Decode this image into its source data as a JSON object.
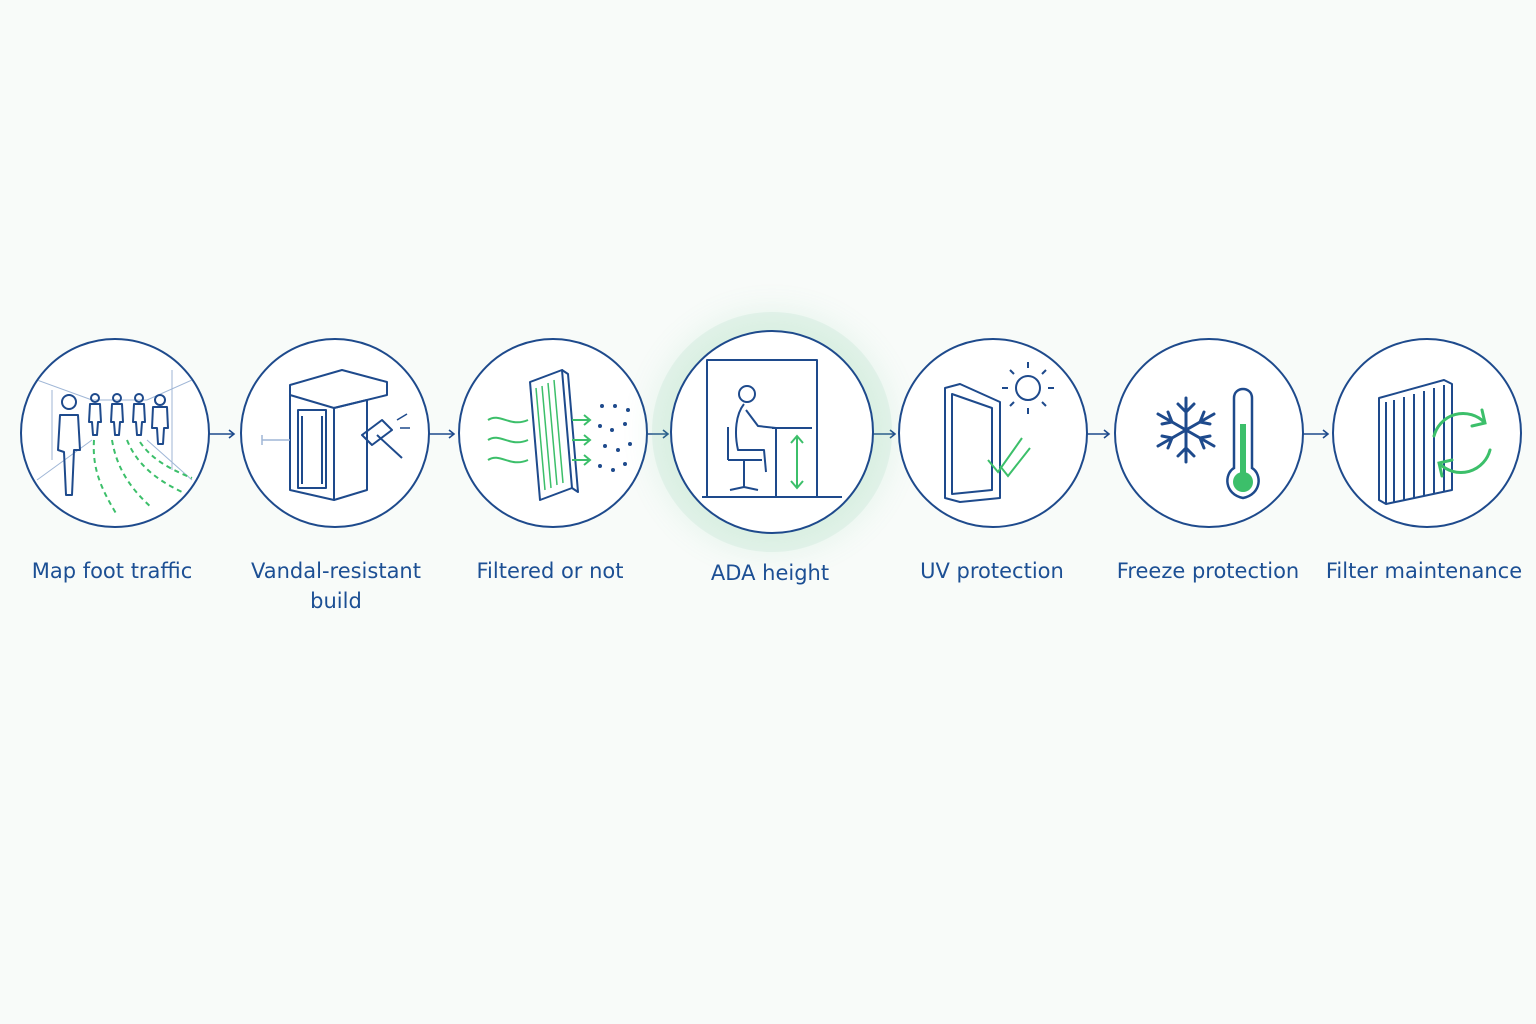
{
  "colors": {
    "outline": "#1e4a8c",
    "accent": "#3cbf6a",
    "label": "#1c4f94",
    "background": "#f8fbf9"
  },
  "steps": [
    {
      "label": "Map foot traffic",
      "icon": "foot-traffic-icon"
    },
    {
      "label": "Vandal-resistant build",
      "icon": "kiosk-hammer-icon"
    },
    {
      "label": "Filtered or not",
      "icon": "filter-airflow-icon"
    },
    {
      "label": "ADA height",
      "icon": "seated-user-height-icon",
      "highlighted": true
    },
    {
      "label": "UV protection",
      "icon": "sun-panel-icon"
    },
    {
      "label": "Freeze protection",
      "icon": "snowflake-thermometer-icon"
    },
    {
      "label": "Filter maintenance",
      "icon": "filter-refresh-icon"
    }
  ]
}
